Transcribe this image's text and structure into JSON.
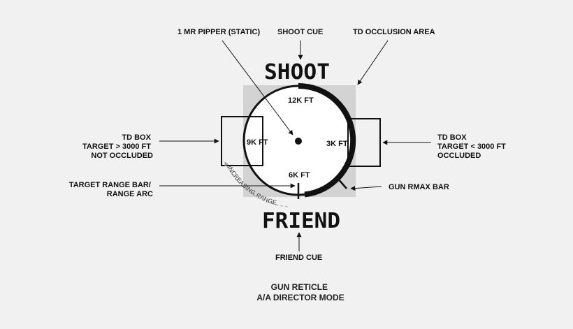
{
  "callouts": {
    "pipper": "1 MR PIPPER (STATIC)",
    "shoot_cue": "SHOOT CUE",
    "td_occlusion": "TD OCCLUSION AREA",
    "td_box_left": [
      "TD BOX",
      "TARGET > 3000 FT",
      "NOT OCCLUDED"
    ],
    "td_box_right": [
      "TD BOX",
      "TARGET < 3000 FT",
      "OCCLUDED"
    ],
    "range_bar": [
      "TARGET RANGE BAR/",
      "RANGE ARC"
    ],
    "gun_rmax": "GUN RMAX BAR",
    "friend_cue": "FRIEND CUE"
  },
  "reticle": {
    "shoot_text": "SHOOT",
    "friend_text": "FRIEND",
    "range_12k": "12K FT",
    "range_9k": "9K FT",
    "range_6k": "6K FT",
    "range_3k": "3K FT",
    "increasing_range": "INCREASING RANGE"
  },
  "caption": [
    "GUN RETICLE",
    "A/A DIRECTOR MODE"
  ],
  "colors": {
    "background": "#f1f1f1",
    "occlusion_area": "#d3d3d3",
    "ink": "#111111",
    "dashed_arc": "#9a9a9a"
  }
}
